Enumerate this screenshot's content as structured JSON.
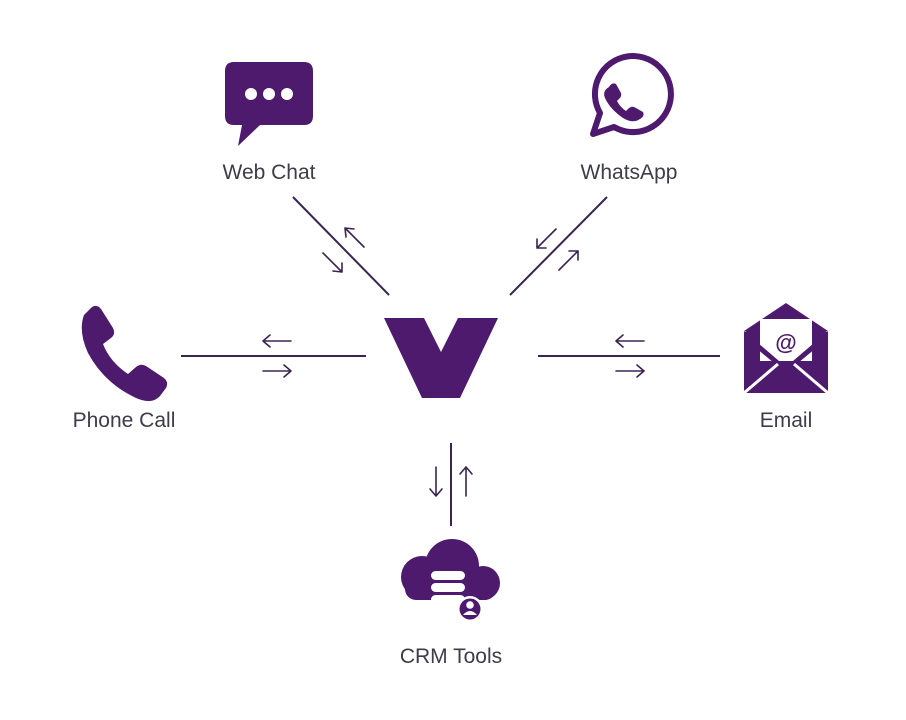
{
  "colors": {
    "brand": "#4d1a6e",
    "line": "#3a2550",
    "label": "#3f3b48",
    "background": "#ffffff"
  },
  "center": {
    "logo_icon": "v-logo-icon"
  },
  "nodes": {
    "web_chat": {
      "label": "Web Chat",
      "icon": "speech-bubble-dots-icon"
    },
    "whatsapp": {
      "label": "WhatsApp",
      "icon": "whatsapp-icon"
    },
    "phone_call": {
      "label": "Phone Call",
      "icon": "phone-icon"
    },
    "email": {
      "label": "Email",
      "icon": "envelope-at-icon"
    },
    "crm_tools": {
      "label": "CRM Tools",
      "icon": "cloud-database-user-icon"
    }
  }
}
